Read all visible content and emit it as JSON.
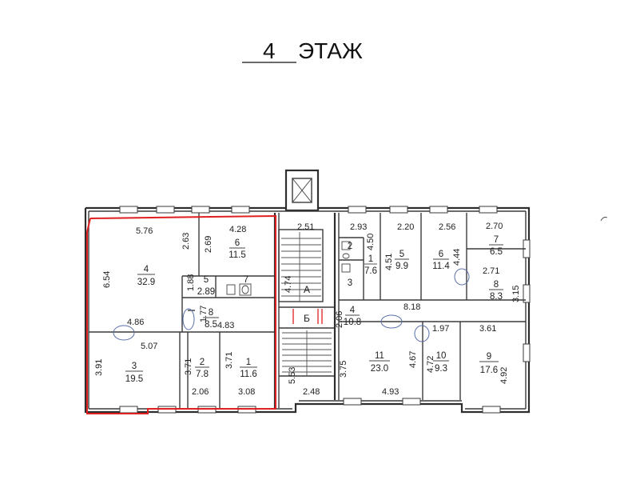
{
  "title": {
    "floor_number": "4",
    "floor_word": "ЭТАЖ"
  },
  "shafts": {
    "stair_a": "А",
    "stair_b": "Б"
  },
  "rooms": [
    {
      "id": "r4",
      "number": "4",
      "area": "32.9"
    },
    {
      "id": "r6a",
      "number": "6",
      "area": "11.5"
    },
    {
      "id": "r5a",
      "number": "5",
      "area": "2.89"
    },
    {
      "id": "r7a",
      "number": "7",
      "area": ""
    },
    {
      "id": "r8a",
      "number": "8",
      "area": "8.5"
    },
    {
      "id": "r3",
      "number": "3",
      "area": "19.5"
    },
    {
      "id": "r2a",
      "number": "2",
      "area": "7.8"
    },
    {
      "id": "r1",
      "number": "1",
      "area": "11.6"
    },
    {
      "id": "r2b",
      "number": "2",
      "area": ""
    },
    {
      "id": "r1b",
      "number": "1",
      "area": "7.6"
    },
    {
      "id": "r3b",
      "number": "3",
      "area": ""
    },
    {
      "id": "r5b",
      "number": "5",
      "area": "9.9"
    },
    {
      "id": "r6b",
      "number": "6",
      "area": "11.4"
    },
    {
      "id": "r7b",
      "number": "7",
      "area": "6.5"
    },
    {
      "id": "r8b",
      "number": "8",
      "area": "8.3"
    },
    {
      "id": "r4b",
      "number": "4",
      "area": "10.8"
    },
    {
      "id": "r11",
      "number": "11",
      "area": "23.0"
    },
    {
      "id": "r10",
      "number": "10",
      "area": "9.3"
    },
    {
      "id": "r9",
      "number": "9",
      "area": "17.6"
    }
  ],
  "dimensions": [
    "5.76",
    "2.63",
    "2.69",
    "4.28",
    "6.54",
    "1.88",
    "1.77",
    "4.86",
    "4.83",
    "5.07",
    "3.91",
    "3.71",
    "3.71",
    "2.06",
    "3.08",
    "2.51",
    "4.74",
    "5.53",
    "2.48",
    "2.93",
    "4.50",
    "2.20",
    "4.51",
    "2.56",
    "4.44",
    "2.70",
    "2.71",
    "3.15",
    "8.18",
    "2.06",
    "1.97",
    "3.61",
    "3.75",
    "4.67",
    "4.72",
    "4.92",
    "4.93"
  ]
}
